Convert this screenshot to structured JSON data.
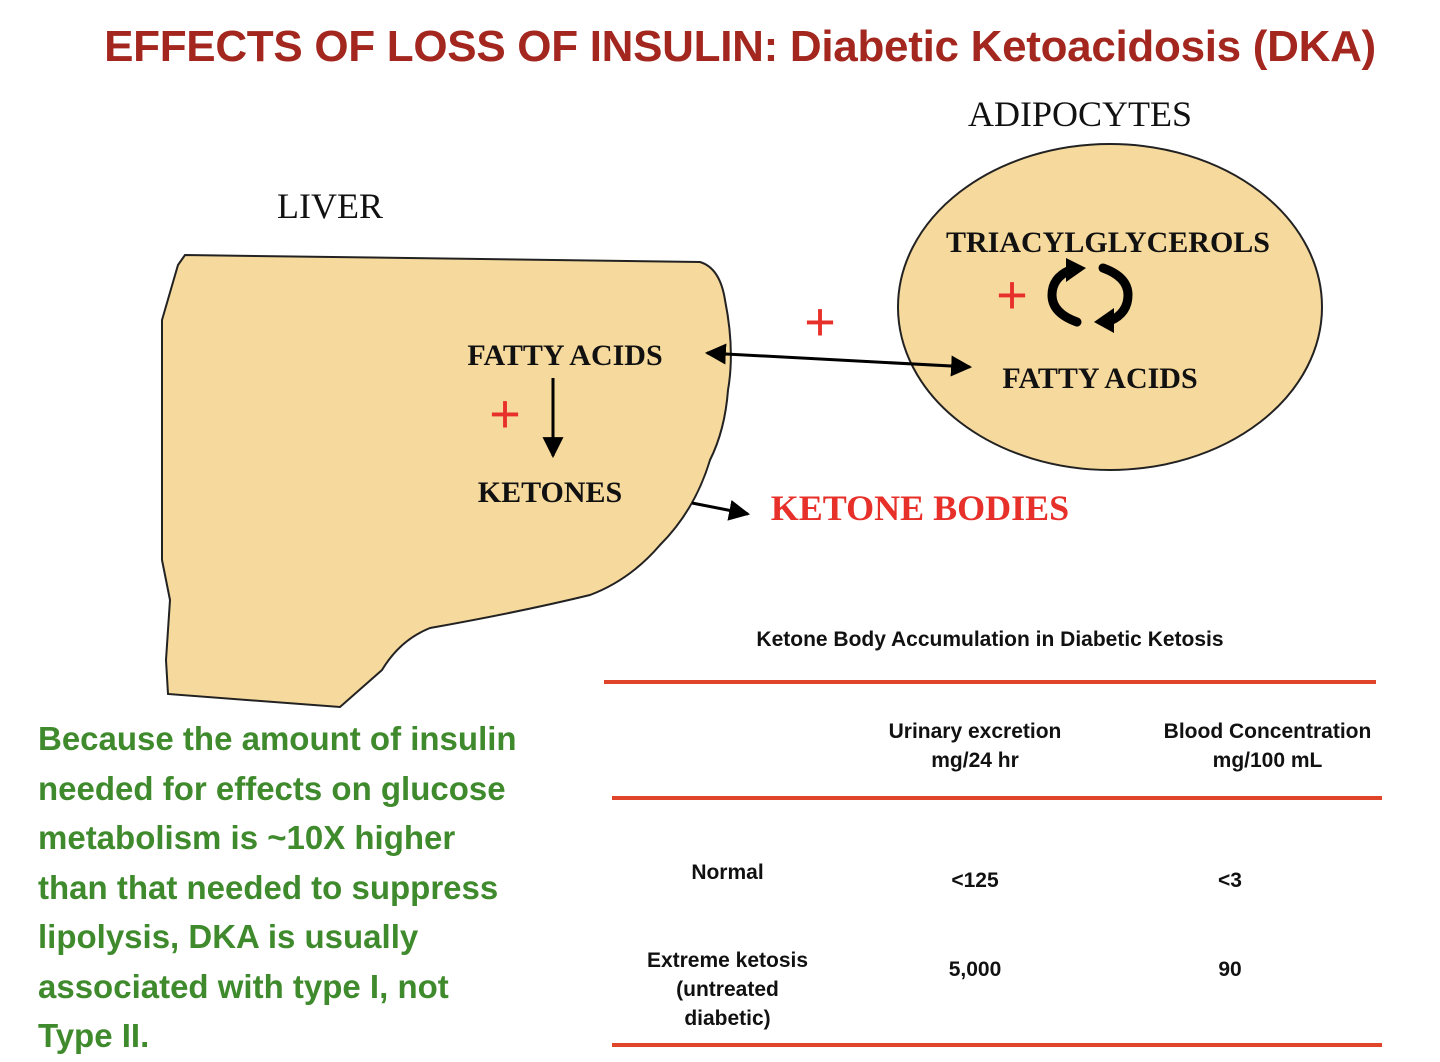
{
  "title": "EFFECTS OF LOSS OF INSULIN: Diabetic Ketoacidosis (DKA)",
  "diagram": {
    "liver_label": "LIVER",
    "adipocytes_label": "ADIPOCYTES",
    "liver_fatty_acids": "FATTY ACIDS",
    "liver_ketones": "KETONES",
    "adipocyte_triacylglycerols": "TRIACYLGLYCEROLS",
    "adipocyte_fatty_acids": "FATTY ACIDS",
    "ketone_bodies": "KETONE BODIES",
    "plus_sign": "+"
  },
  "colors": {
    "title": "#a3271f",
    "organ_fill": "#f6d99d",
    "plus": "#e8302a",
    "ketone_bodies": "#e8302a",
    "note": "#3f8a2c",
    "table_rule": "#e0452a"
  },
  "note_lines": [
    "Because the amount of insulin",
    "needed for effects on glucose",
    "metabolism is ~10X higher",
    "than that needed to suppress",
    "lipolysis, DKA is usually",
    "associated with type I, not",
    "Type II."
  ],
  "table": {
    "title": "Ketone Body Accumulation in Diabetic  Ketosis",
    "columns": [
      {
        "line1": "Urinary excretion",
        "line2": "mg/24 hr"
      },
      {
        "line1": "Blood Concentration",
        "line2": "mg/100 mL"
      }
    ],
    "rows": [
      {
        "label": [
          "Normal"
        ],
        "urinary": "<125",
        "blood": "<3"
      },
      {
        "label": [
          "Extreme ketosis",
          "(untreated",
          "diabetic)"
        ],
        "urinary": "5,000",
        "blood": "90"
      }
    ]
  }
}
